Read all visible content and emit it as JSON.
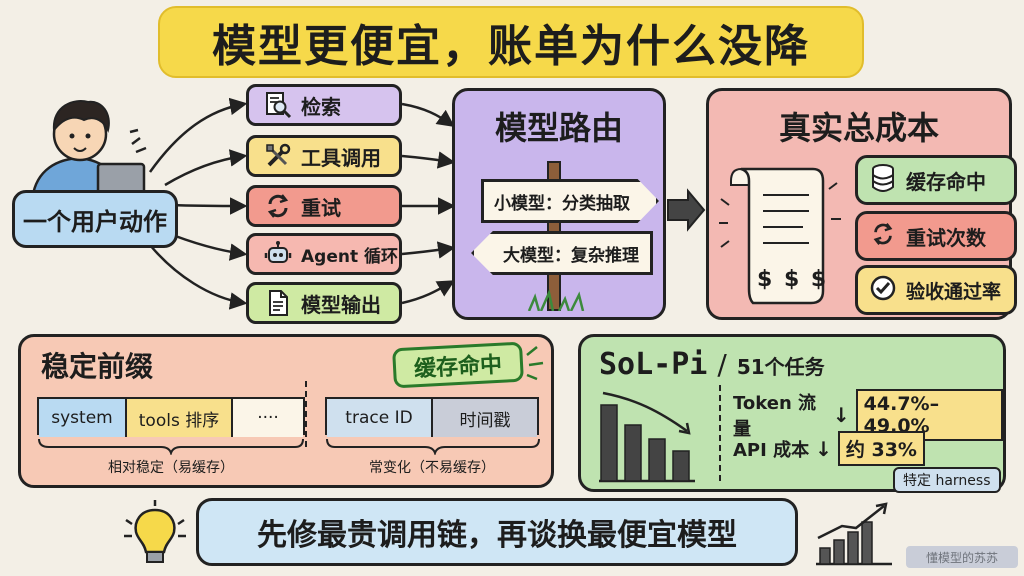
{
  "title": "模型更便宜，账单为什么没降",
  "user_action": "一个用户动作",
  "actions": [
    {
      "label": "检索",
      "icon": "magnifier-doc-icon",
      "color": "#d6c3ee"
    },
    {
      "label": "工具调用",
      "icon": "tools-icon",
      "color": "#f8e08c"
    },
    {
      "label": "重试",
      "icon": "retry-icon",
      "color": "#f29a8e"
    },
    {
      "label": "Agent 循环",
      "icon": "robot-icon",
      "color": "#f6b8b0"
    },
    {
      "label": "模型输出",
      "icon": "document-icon",
      "color": "#cfeaa3"
    }
  ],
  "routing": {
    "title": "模型路由",
    "small": "小模型：分类抽取",
    "large": "大模型：复杂推理"
  },
  "true_cost": {
    "title": "真实总成本",
    "receipt_text": "$ $ $",
    "factors": [
      {
        "label": "缓存命中",
        "icon": "database-icon",
        "color": "#bfe3b0"
      },
      {
        "label": "重试次数",
        "icon": "retry-icon",
        "color": "#f29a8e"
      },
      {
        "label": "验收通过率",
        "icon": "check-circle-icon",
        "color": "#f8e08c"
      }
    ]
  },
  "prefix": {
    "title": "稳定前缀",
    "cache_hit": "缓存命中",
    "stable_segments": [
      "system",
      "tools 排序",
      "····"
    ],
    "variable_segments": [
      "trace ID",
      "时间戳"
    ],
    "stable_label": "相对稳定（易缓存）",
    "variable_label": "常变化（不易缓存）"
  },
  "sol": {
    "title": "SoL-Pi",
    "slash": "/",
    "subtitle": "51个任务",
    "token_label": "Token 流量",
    "token_value": "44.7%–49.0%",
    "api_label": "API 成本",
    "api_value": "约 33%",
    "down_arrow": "↓",
    "tag": "特定 harness"
  },
  "bottom": "先修最贵调用链，再谈换最便宜模型",
  "watermark": "懂模型的苏苏"
}
